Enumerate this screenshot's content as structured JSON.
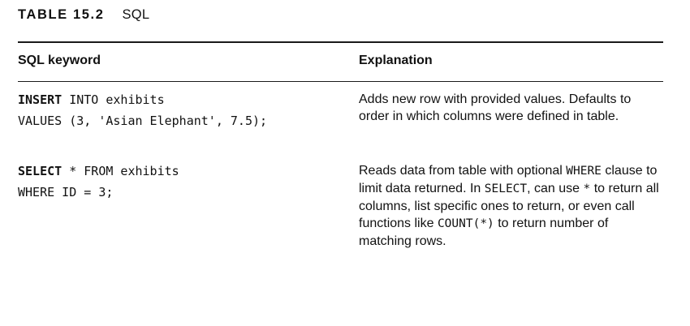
{
  "caption": {
    "number": "TABLE 15.2",
    "title": "SQL"
  },
  "table": {
    "headers": [
      "SQL keyword",
      "Explanation"
    ],
    "rows": [
      {
        "code_line1_keyword": "INSERT",
        "code_line1_rest": " INTO exhibits",
        "code_line2": "VALUES (3, 'Asian Elephant', 7.5);",
        "explanation": "Adds new row with provided values. Defaults to order in which columns were defined in table."
      },
      {
        "code_line1_keyword": "SELECT",
        "code_line1_rest": " * FROM exhibits",
        "code_line2": "WHERE ID = 3;",
        "explanation_part1": "Reads data from table with optional ",
        "explanation_code1": "WHERE",
        "explanation_part2": " clause to limit data returned. In ",
        "explanation_code2": "SELECT",
        "explanation_part3": ", can use ",
        "explanation_code3": "*",
        "explanation_part4": " to return all columns, list specific ones to return, or even call functions like ",
        "explanation_code4": "COUNT(*)",
        "explanation_part5": " to return number of matching rows."
      }
    ]
  }
}
